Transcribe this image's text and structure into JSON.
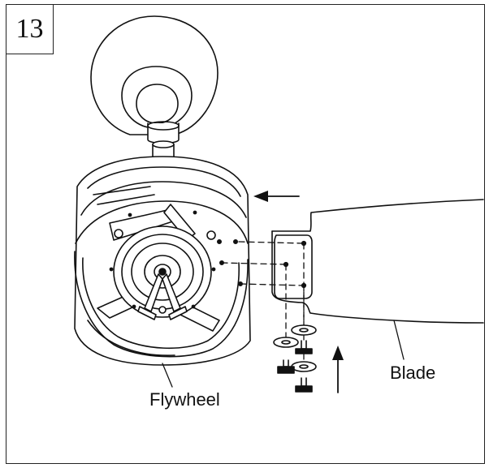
{
  "step": {
    "number": "13"
  },
  "labels": {
    "flywheel": "Flywheel",
    "blade": "Blade"
  },
  "icons": {
    "motor": "fan-motor-housing",
    "canopy": "ceiling-canopy",
    "blade": "fan-blade",
    "screws": "screw-and-washer",
    "arrows": "direction-arrow"
  },
  "colors": {
    "line": "#111111",
    "background": "#ffffff"
  }
}
